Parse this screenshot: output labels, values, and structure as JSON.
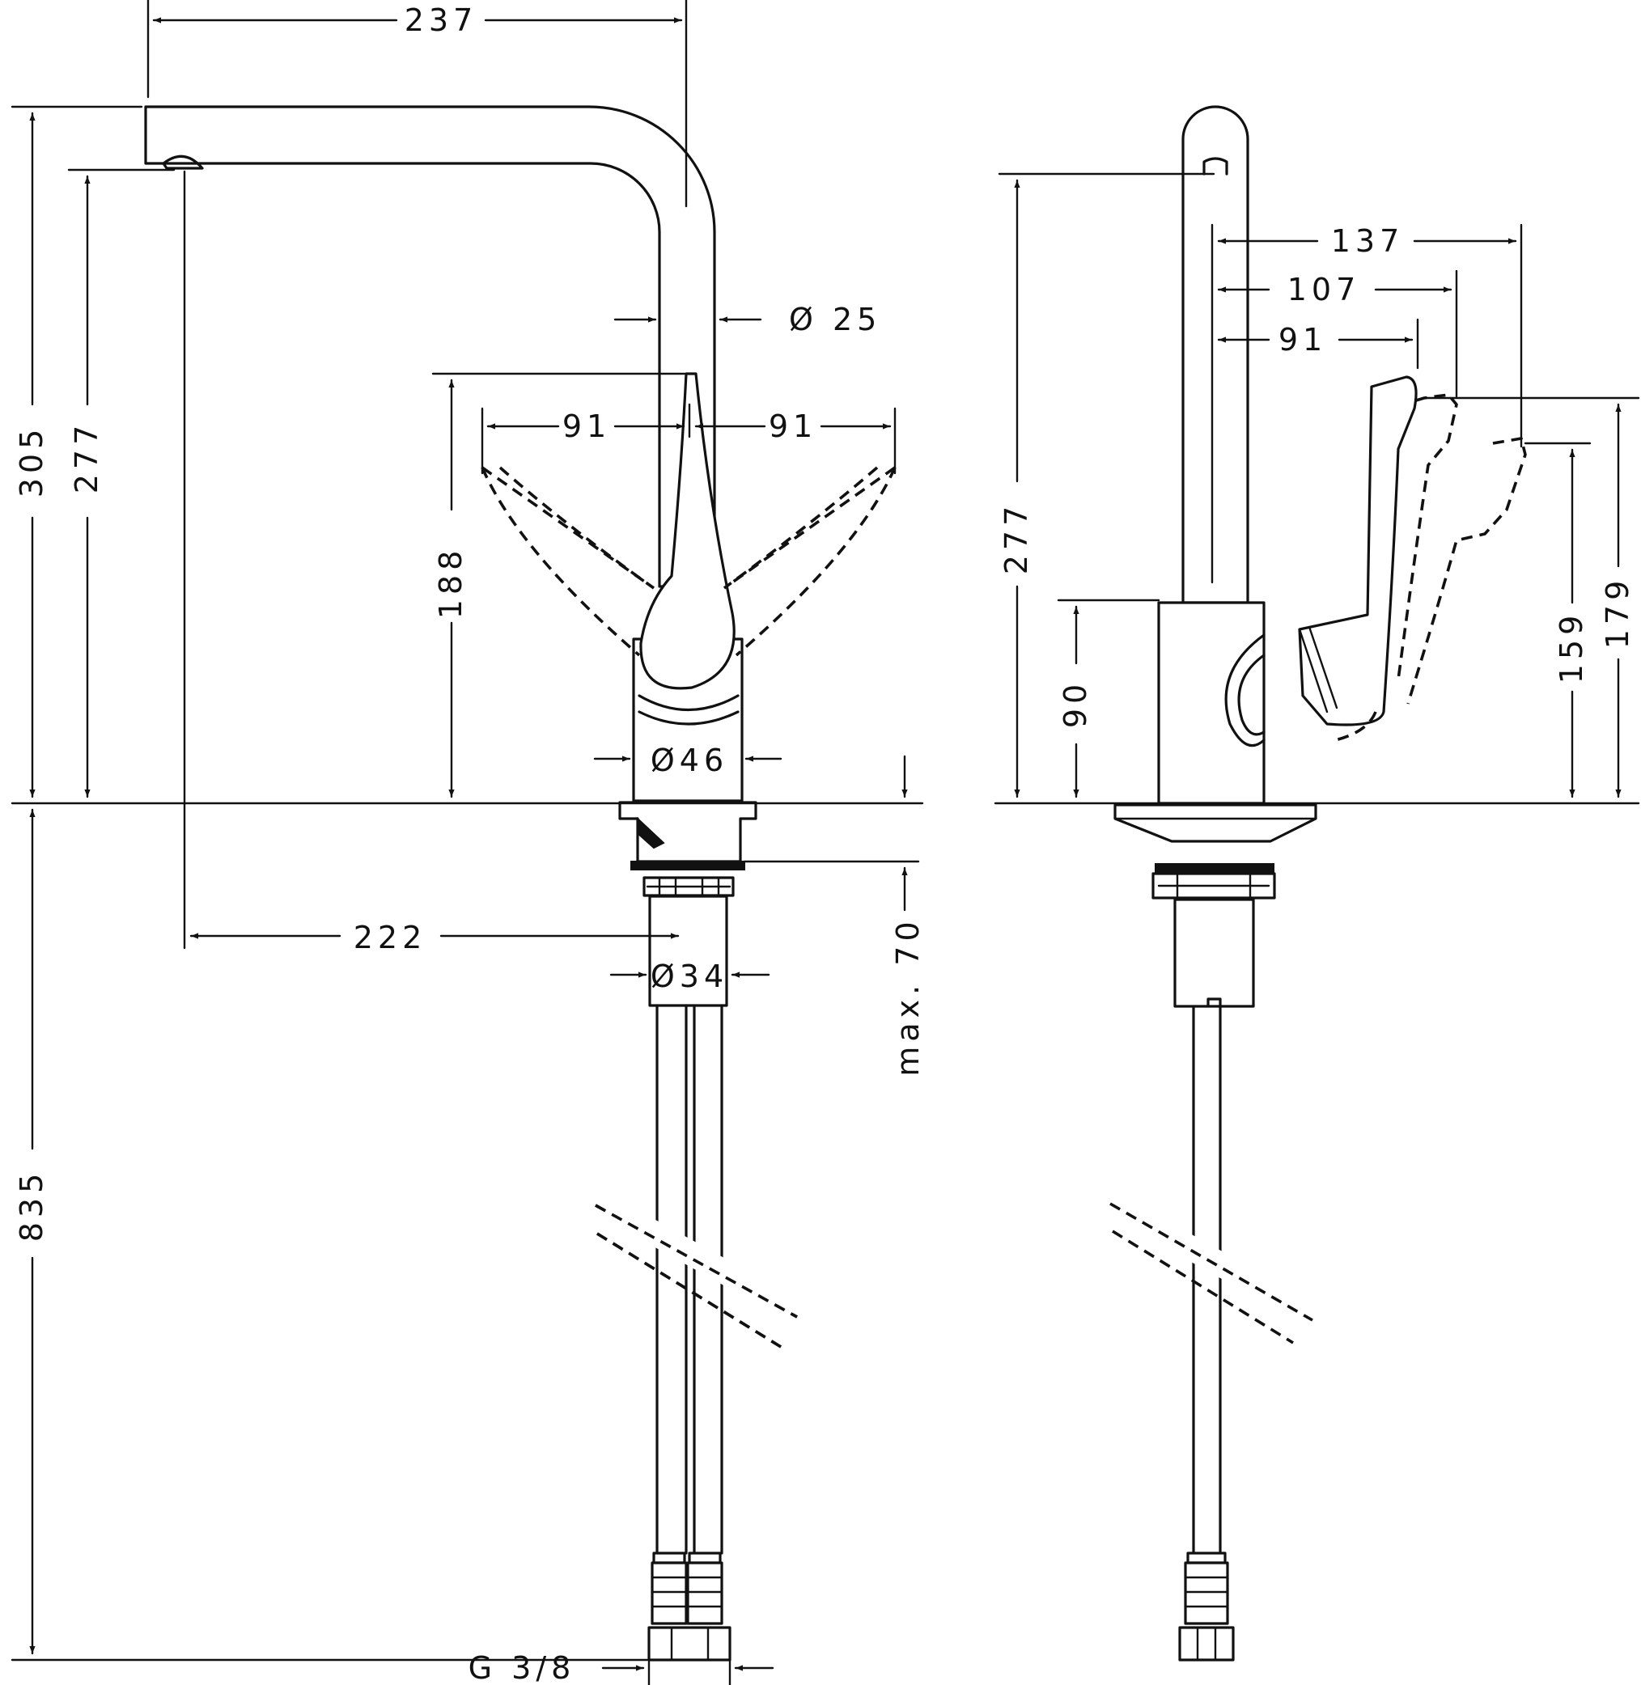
{
  "dimensions": {
    "spout_reach": "237",
    "spout_diameter": "Ø 25",
    "total_height": "305",
    "outlet_height": "277",
    "lever_swing_left": "91",
    "lever_swing_right": "91",
    "lever_height": "188",
    "body_diameter": "Ø46",
    "outlet_to_axis": "222",
    "shank_diameter": "Ø34",
    "max_counter_thickness": "max. 70",
    "hose_length": "835",
    "connection_thread": "G 3/8",
    "side_outlet_height": "277",
    "side_body_height": "90",
    "lever_reach_max": "137",
    "lever_reach_mid": "107",
    "lever_reach_min": "91",
    "lever_height_min": "159",
    "lever_height_max": "179"
  }
}
